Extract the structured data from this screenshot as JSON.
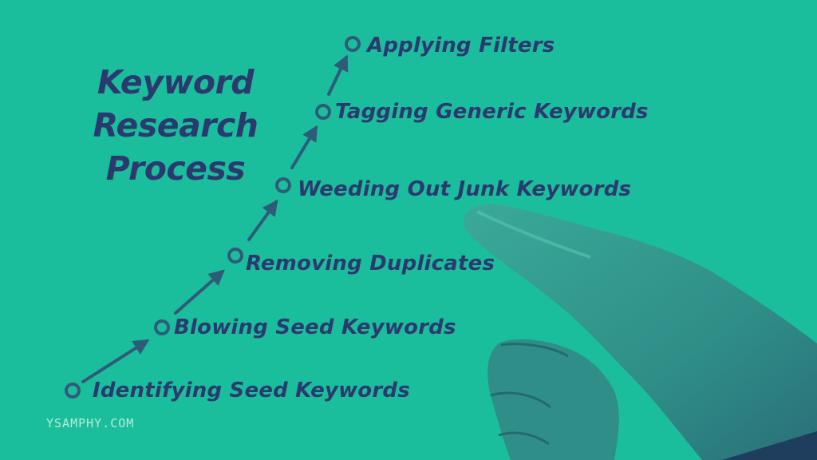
{
  "title": {
    "line1": "Keyword",
    "line2": "Research",
    "line3": "Process"
  },
  "steps": [
    {
      "label": "Identifying Seed Keywords"
    },
    {
      "label": "Blowing Seed Keywords"
    },
    {
      "label": "Removing Duplicates"
    },
    {
      "label": "Weeding Out Junk Keywords"
    },
    {
      "label": "Tagging Generic Keywords"
    },
    {
      "label": "Applying Filters"
    }
  ],
  "watermark": "YSAMPHY.COM",
  "colors": {
    "background": "#1bbe9c",
    "text": "#2b3a6e",
    "connector": "#2f5b79",
    "watermark": "#b7ecd9"
  }
}
